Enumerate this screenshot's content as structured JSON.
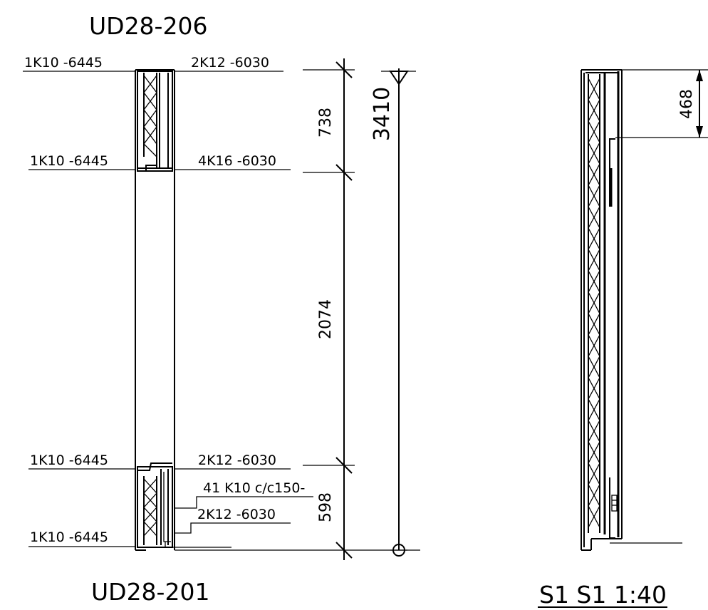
{
  "titles": {
    "top_element": "UD28-206",
    "bottom_element": "UD28-201",
    "section": "S1 S1 1:40"
  },
  "left_labels": {
    "top_upper": "1K10 -6445",
    "top_lower": "1K10 -6445",
    "bottom_upper": "1K10 -6445",
    "bottom_lower": "1K10 -6445"
  },
  "right_labels": {
    "top_upper": "2K12 -6030",
    "top_lower": "4K16 -6030",
    "bottom_upper": "2K12 -6030",
    "bottom_stirrups": "41 K10 c/c150-",
    "bottom_lower": "2K12 -6030"
  },
  "dimensions": {
    "top_segment": "738",
    "middle_segment": "2074",
    "bottom_segment": "598",
    "total_height": "3410",
    "section_offset": "468"
  }
}
